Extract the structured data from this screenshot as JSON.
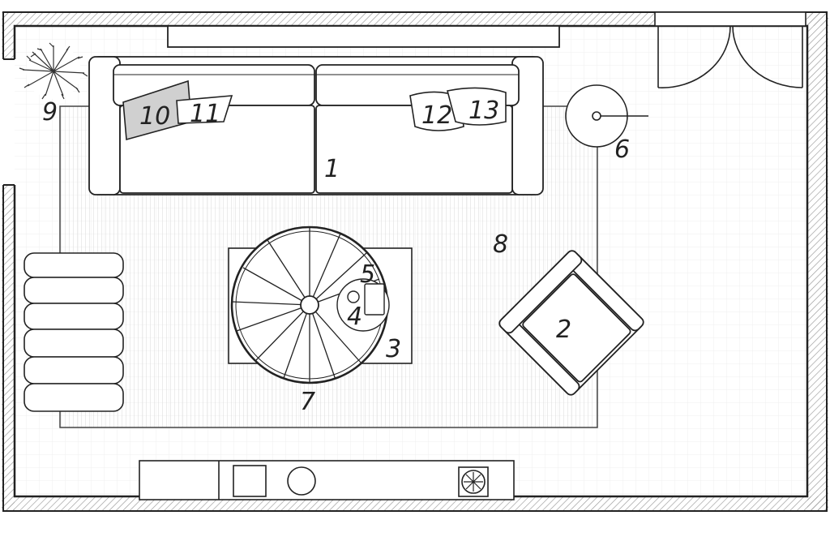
{
  "labels": {
    "sofa": "1",
    "armchair": "2",
    "coffee_table": "3",
    "side_table_item": "4",
    "tray": "5",
    "floor_lamp": "6",
    "spiral_stair": "7",
    "rug": "8",
    "plant": "9",
    "cushion_a": "10",
    "cushion_b": "11",
    "cushion_c": "12",
    "cushion_d": "13"
  },
  "colors": {
    "line": "#222222",
    "wall_hatch": "#9a9a9a",
    "rug_stripe": "#dcdcdc",
    "floor_grid": "#eeeeee",
    "background": "#ffffff"
  }
}
